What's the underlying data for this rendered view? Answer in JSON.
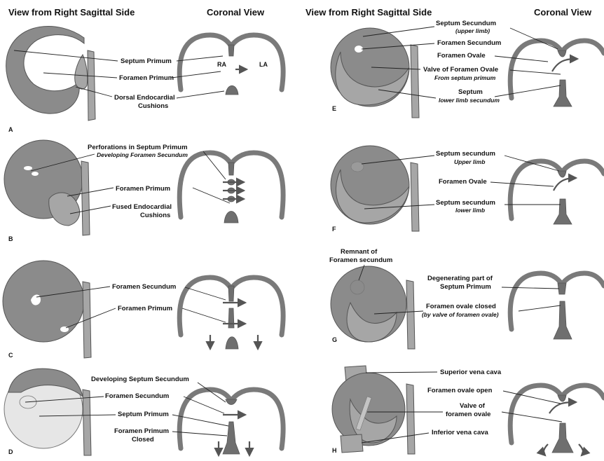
{
  "headers": {
    "left_sagittal": "View from Right Sagittal Side",
    "left_coronal": "Coronal View",
    "right_sagittal": "View from Right Sagittal Side",
    "right_coronal": "Coronal View"
  },
  "panels": {
    "A": {
      "letter": "A",
      "labels": [
        "Septum Primum",
        "Foramen Primum",
        "Dorsal Endocardial",
        "Cushions"
      ],
      "ra": "RA",
      "la": "LA"
    },
    "B": {
      "letter": "B",
      "labels": [
        "Perforations in Septum Primum",
        "Foramen Primum",
        "Fused Endocardial",
        "Cushions"
      ],
      "sublabel": "Developing Foramen Secundum"
    },
    "C": {
      "letter": "C",
      "labels": [
        "Foramen Secundum",
        "Foramen Primum"
      ]
    },
    "D": {
      "letter": "D",
      "labels": [
        "Developing Septum Secundum",
        "Foramen Secundum",
        "Septum Primum",
        "Foramen Primum",
        "Closed"
      ]
    },
    "E": {
      "letter": "E",
      "labels": [
        "Septum Secundum",
        "Foramen Secundum",
        "Foramen Ovale",
        "Valve of Foramen Ovale",
        "Septum"
      ],
      "sublabels": [
        "(upper limb)",
        "From septum primum",
        "lower limb secundum"
      ]
    },
    "F": {
      "letter": "F",
      "labels": [
        "Septum secundum",
        "Foramen Ovale",
        "Septum secundum"
      ],
      "sublabels": [
        "Upper limb",
        "lower limb"
      ]
    },
    "G": {
      "letter": "G",
      "labels": [
        "Remnant of",
        "Foramen secundum",
        "Degenerating part of",
        "Septum Primum",
        "Foramen ovale closed"
      ],
      "sublabels": [
        "(by valve of foramen ovale)"
      ]
    },
    "H": {
      "letter": "H",
      "labels": [
        "Superior vena cava",
        "Foramen ovale open",
        "Valve of",
        "foramen ovale",
        "Inferior vena cava"
      ]
    }
  },
  "colors": {
    "heart_fill": "#8b8b8b",
    "wall_fill": "#a6a6a6",
    "dark_fill": "#6f6f6f",
    "text": "#111111"
  }
}
